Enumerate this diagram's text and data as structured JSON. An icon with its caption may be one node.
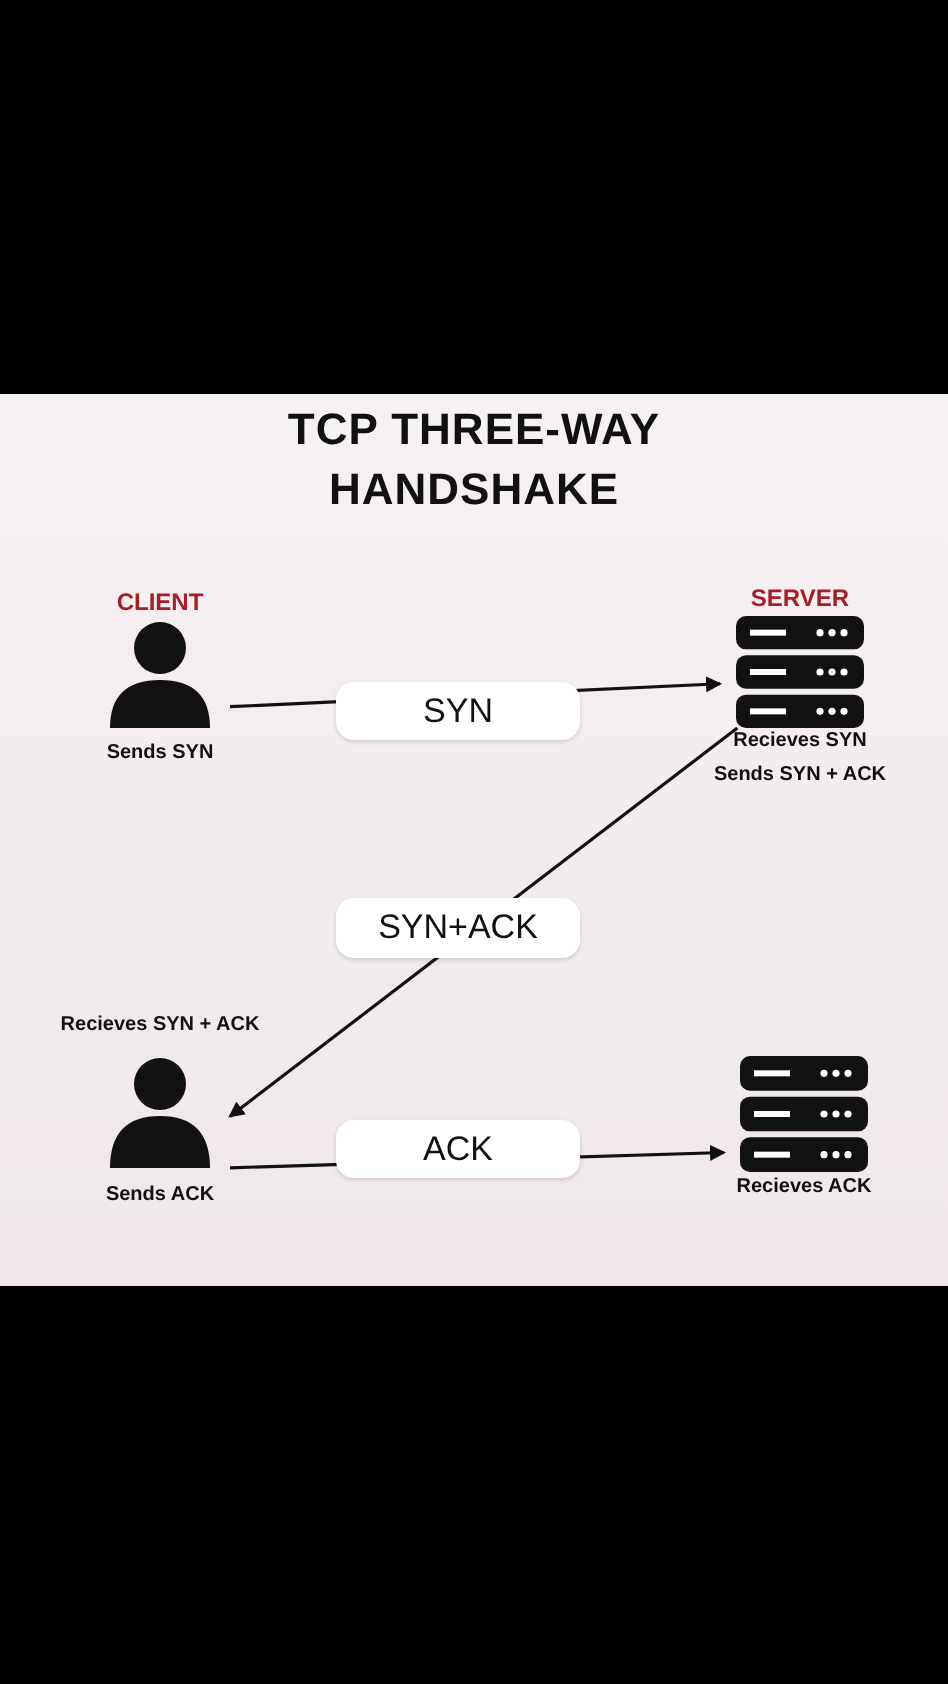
{
  "diagram": {
    "title": "TCP THREE-WAY HANDSHAKE",
    "nodes": [
      {
        "text": [
          "CLIENT"
        ],
        "beside": [
          "Sends SYN"
        ]
      },
      {
        "text": [
          "SERVER"
        ],
        "beside": [
          "Recieves SYN",
          "Sends SYN + ACK"
        ]
      },
      {
        "text": [],
        "shape": "person",
        "beside": [
          "Recieves SYN + ACK",
          "Sends ACK"
        ]
      },
      {
        "text": [],
        "shape": "server",
        "beside": [
          "Recieves ACK"
        ]
      }
    ],
    "edges": [
      {
        "from": 0,
        "to": 1,
        "arrow": "to",
        "label": "SYN"
      },
      {
        "from": 1,
        "to": 2,
        "arrow": "to",
        "label": "SYN+ACK"
      },
      {
        "from": 2,
        "to": 3,
        "arrow": "to",
        "label": "ACK"
      }
    ]
  }
}
